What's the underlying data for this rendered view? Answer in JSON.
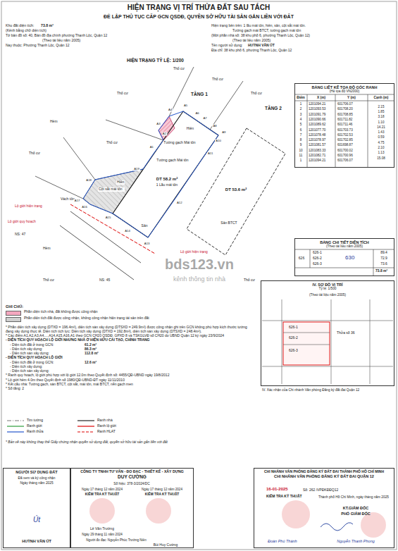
{
  "diagram": {
    "title": "HIỆN TRẠNG VỊ TRÍ THỬA ĐẤT SAU TÁCH",
    "nodes": [
      {
        "text": [
          "BẢNG LIỆT KÊ TỌA ĐỘ GÓC RANH",
          "(Hệ tọa độ VN2000)"
        ]
      },
      {
        "text": [
          "BẢNG CHI TIẾT DIỆN TÍCH",
          "(Theo tài liệu năm 2005)"
        ]
      },
      {
        "text": [
          "IV. SƠ ĐỒ VỊ TRÍ",
          "Tỷ lệ: 1/500"
        ]
      },
      {
        "text": [
          "NGƯỜI SỬ DỤNG ĐẤT"
        ]
      },
      {
        "text": [
          "CÔNG TY TNHH TƯ VẤN - ĐO ĐẠC - THIẾT KẾ - XÂY DỰNG",
          "DUY CƯỜNG"
        ]
      },
      {
        "text": [
          "CHI NHÁNH VĂN PHÒNG ĐĂNG KÝ ĐẤT ĐAI THÀNH PHỐ HỒ CHÍ MINH",
          "CHI NHÁNH VĂN PHÒNG ĐĂNG KÝ ĐẤT ĐAI QUẬN 12"
        ]
      }
    ],
    "labels": [
      "ĐỂ LẬP THỦ TỤC CẤP GCN QSDĐ, QUYỀN SỞ HỮU TÀI SẢN GẮN LIỀN VỚI ĐẤT",
      "Khu đất diện tích:",
      "73.8 m²",
      "(Kênh bằng chữ diện tích)",
      "Tờ bản đồ số: 40, Bản đồ địa chính phường Thạnh Lộc, Quận 12",
      "(Theo tài liệu năm 2005)",
      "Nay thuộc: Phường Thạnh Lộc, Quận 12",
      "Hiện trạng bên trên: 1 lầu mái tôn, hiên, sân, cột sắt mái tôn.",
      "Tường gạch mái BTCT, tường gạch mái tôn",
      "(Mới phần nhà số: 38 khu phố 6, phường Thạnh Lộc, Quận 12)",
      "(Theo tài liệu năm 2005)",
      "Tên người sử dụng:",
      "HUỲNH VĂN ÚT",
      "Địa chỉ: 38 khu phố 6, phường Thạnh Lộc, Quận 12",
      "HIỆN TRẠNG TỶ LỆ: 1/200",
      "Điểm",
      "X (m)",
      "Y (m)",
      "Cạnh (m)",
      "1",
      "1201094.21",
      "601706.07",
      "2.15",
      "2",
      "1201093.53",
      "601708.20",
      "1.85",
      "3",
      "1201091.79",
      "601708.85",
      "3.18",
      "4",
      "1201090.66",
      "601711.82",
      "1.10",
      "5",
      "1201089.62",
      "601711.46",
      "14.21",
      "6",
      "1201077.70",
      "601703.73",
      "1.43",
      "7",
      "1201078.48",
      "601702.53",
      "0.59",
      "8",
      "1201078.97",
      "601702.85",
      "4.75",
      "9",
      "1201081.57",
      "601698.87",
      "2.10",
      "10",
      "1201083.33",
      "601700.02",
      "1.13",
      "11",
      "1201082.71",
      "601700.96",
      "15.08",
      "1",
      "1201094.21",
      "601706.07",
      "626",
      "626-1",
      "626-2",
      "626-3",
      "89.4",
      "72.9",
      "73.6",
      "630",
      "73.8 m²",
      "(Theo tài liệu năm 2005)",
      "626-1",
      "626-2",
      "626-3",
      "Thửa số 36",
      "IV. Xác nhận của Chi nhánh Văn phòng Đăng ký đất đai Quận 12",
      "Thổ cư",
      "Thổ cư",
      "Thổ cư",
      "Thổ cư",
      "Thổ cư",
      "Thổ cư",
      "Thổ cư",
      "Thổ cư",
      "Hẻm",
      "Hiên",
      "Hiên",
      "Tường gạch Mái tôn",
      "Tường gạch Mái tôn",
      "DT 58.2 m²",
      "1 Lầu mái tôn",
      "TẦNG 1",
      "TẦNG 2",
      "DT 53.6 m²",
      "Sân BTCT",
      "Cột sắt mái tôn",
      "Vách tôn",
      "Sân",
      "Lộ giới hiện trạng",
      "Lộ giới hiện trạng",
      "Lộ giới quy hoạch",
      "NS: 47",
      "NS: 45",
      "Hẻm",
      "A1",
      "A2",
      "A3",
      "A4",
      "A5",
      "A6",
      "A7",
      "A8",
      "A9",
      "A10",
      "A11",
      "A12",
      "A13",
      "A14",
      "A15",
      "A16",
      "A17",
      "A18",
      "A19",
      "GHI CHÚ:",
      "* Phần diện tích xây dựng (DTXD = 196.4m²), diện tích sàn xây dựng (DTSXD = 249.9m²) được công nhận ghi trên GCN không phù hợp kích thước tường đang xây dựng thực tế. Diện tích tích lực: Diện tích xây dựng (DTXD = 192.8m²), diện tích sàn xây dựng (DTSXD = 248.4m²).",
      "* Các điểm A1,A2,A3,A4,...,A14,A15,A16,A1 theo GCN CH20 QSDĐ, GPXD 8 và TSKGLVĐ số CH20 do UBND Quận 12 ký ngày 23/9/2024",
      "- DIỆN TÍCH QUY HOẠCH LỘ GIỚI NHƯNG NHÀ Ở HIỆN HỮU CẢI TẠO, CHỈNH TRANG",
      "- Diện tích đất ở trong GCN:",
      "61.2 m²",
      "- Diện tích xây dựng:",
      "86.3 m²",
      "- Diện tích sàn xây dựng:",
      "112.8 m²",
      "- DIỆN TÍCH QUY HOẠCH LỘ GIỚI",
      "- Diện tích đất ở trong GCN:",
      "12.6 m²",
      "- Diện tích xây dựng:",
      "- Diện tích sàn xây dựng:",
      "* Ranh quy hoạch, lộ giới phù hợp với lộ giới 12.0m theo Quyết định số: 4455/QĐ-UBND ngày 19/8/2012",
      "* Lộ giới hẻm 4.0m theo Quyết định số 1980/QĐ-UBND-ĐT ngày 11/11/2010",
      "* Kết cấu nhà: Tường gạch, sàn BTCT, cột sắt, mái tôn, mái BTCT, nền gạch men",
      "* Số tầng: 2",
      "* Bản vẽ này không thay thế Giấy chứng nhận quyền sử dụng đất, quyền sở hữu tài sản gắn liền với đất",
      "bds123.vn",
      "kênh thông tin nhà",
      "16-01-2025",
      "Số: 262 /VPĐKĐĐQ12",
      "KIỂM TRA KỸ THUẬT",
      "Thành phố Hồ Chí Minh, ngày tháng năm 2025",
      "KT.GIÁM ĐỐC",
      "PHÓ GIÁM ĐỐC",
      "Đoàn Phú Thành",
      "Nguyễn Thanh Phong",
      "Đã xem và ký công nhận",
      "Ngày tháng năm 2025",
      "Út",
      "HUỲNH VĂN ÚT",
      "Số hiệu: 378-3/2024/DC",
      "Ngày 17 tháng 12 năm 2024",
      "KIỂM TRA KỸ THUẬT",
      "Ngày 17 tháng 12 năm 2024",
      "KIỂM TRA KỸ THUẬT",
      "Lê Văn Trường",
      "Ngày 29 tháng 11 năm 2024",
      "Người đo đạc: Nguyễn Phúc Trường Niên",
      "Bùi Huy Cường"
    ],
    "legend": [
      {
        "text": "Phần diện tích nhà, đất không được công nhận",
        "color": "#f4a7bf"
      },
      {
        "text": "Phần diện tích đất được công nhận, không công nhận hiện trạng tài sản trên đất",
        "color": "#cfcfcf"
      },
      {
        "text": "Tim tường"
      },
      {
        "text": "Ranh giới"
      },
      {
        "text": "Ranh thửa"
      },
      {
        "text": "Ranh nhà"
      },
      {
        "text": "Ranh lộ giới"
      },
      {
        "text": "Ranh HLAT"
      }
    ]
  }
}
